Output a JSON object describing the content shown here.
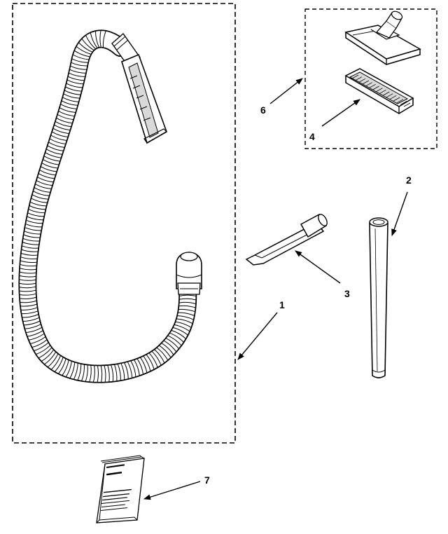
{
  "callouts": {
    "hose": "1",
    "wand": "2",
    "crevice_tool": "3",
    "brush": "4",
    "floor_tool_kit": "6",
    "manual": "7"
  },
  "colors": {
    "ink": "#000000",
    "paper": "#ffffff",
    "shade": "#d9d9d9"
  }
}
